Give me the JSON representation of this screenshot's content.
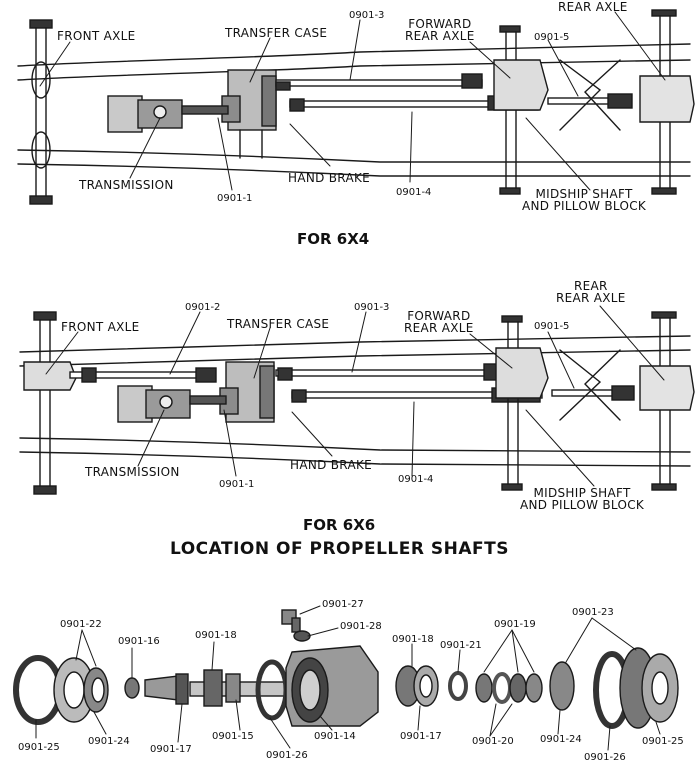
{
  "diagram_6x4": {
    "caption": "FOR 6X4",
    "labels": {
      "front_axle": "FRONT AXLE",
      "transfer_case": "TRANSFER CASE",
      "shaft_3": "0901-3",
      "forward_rear_axle": "FORWARD\nREAR AXLE",
      "rear_axle": "REAR AXLE",
      "shaft_5": "0901-5",
      "transmission": "TRANSMISSION",
      "shaft_1": "0901-1",
      "hand_brake": "HAND BRAKE",
      "shaft_4": "0901-4",
      "midship": "MIDSHIP SHAFT\nAND PILLOW BLOCK"
    }
  },
  "diagram_6x6": {
    "caption": "FOR 6X6",
    "labels": {
      "front_axle": "FRONT AXLE",
      "shaft_2": "0901-2",
      "transfer_case": "TRANSFER CASE",
      "shaft_3": "0901-3",
      "forward_rear_axle": "FORWARD\nREAR AXLE",
      "rear_rear_axle": "REAR\nREAR AXLE",
      "shaft_5": "0901-5",
      "transmission": "TRANSMISSION",
      "shaft_1": "0901-1",
      "hand_brake": "HAND BRAKE",
      "shaft_4": "0901-4",
      "midship": "MIDSHIP SHAFT\nAND PILLOW BLOCK"
    }
  },
  "main_title": "LOCATION OF PROPELLER SHAFTS",
  "parts": {
    "p22": "0901-22",
    "p16": "0901-16",
    "p18a": "0901-18",
    "p27": "0901-27",
    "p28": "0901-28",
    "p18b": "0901-18",
    "p21": "0901-21",
    "p19": "0901-19",
    "p23": "0901-23",
    "p25a": "0901-25",
    "p24a": "0901-24",
    "p17a": "0901-17",
    "p15": "0901-15",
    "p26a": "0901-26",
    "p14": "0901-14",
    "p17b": "0901-17",
    "p20": "0901-20",
    "p24b": "0901-24",
    "p26b": "0901-26",
    "p25b": "0901-25"
  }
}
